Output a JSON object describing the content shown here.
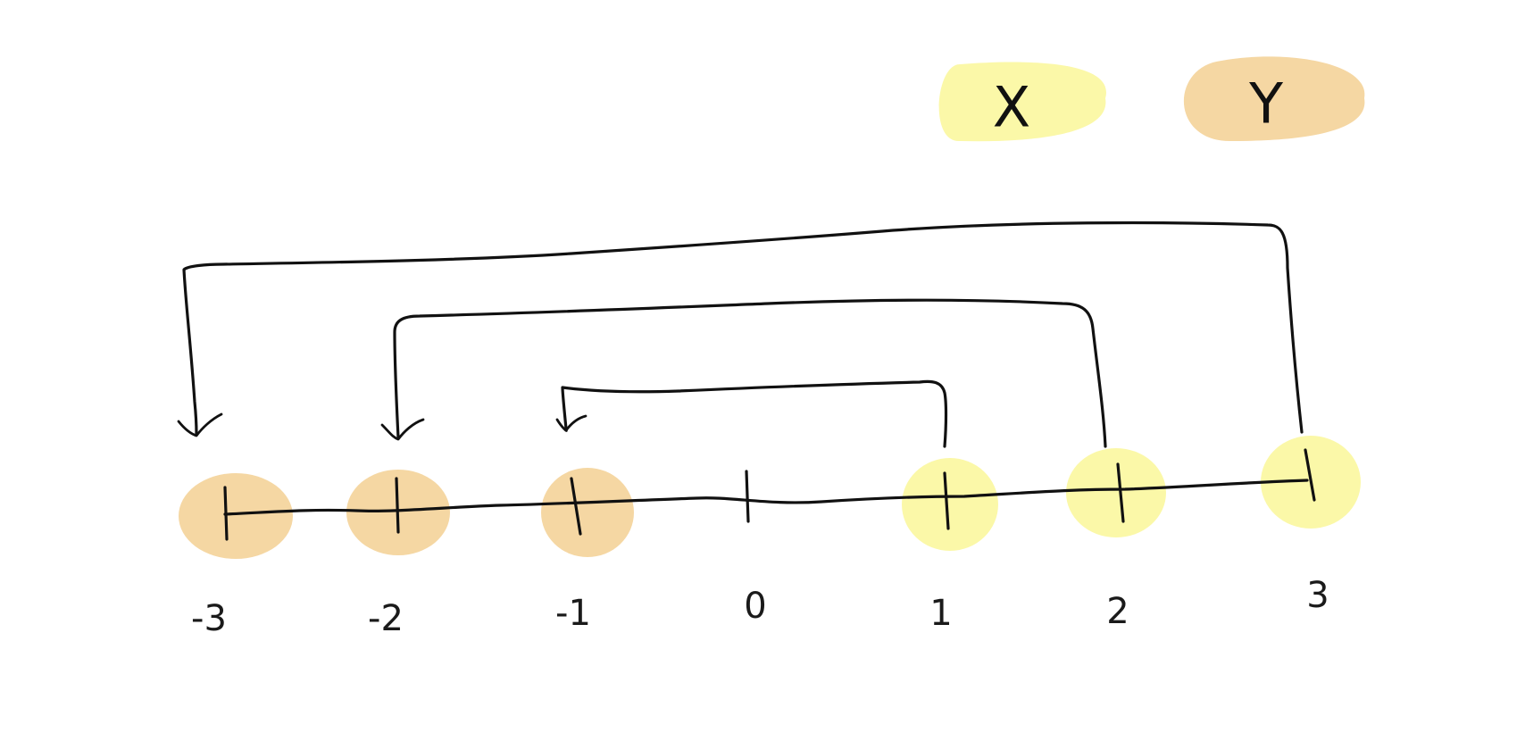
{
  "colors": {
    "x": "#fbf8a8",
    "y": "#f5d7a3",
    "ink": "#111111"
  },
  "legend": {
    "x_label": "X",
    "y_label": "Y"
  },
  "number_line": {
    "ticks": [
      "-3",
      "-2",
      "-1",
      "0",
      "1",
      "2",
      "3"
    ]
  },
  "mappings": [
    {
      "from": "1",
      "to": "-1"
    },
    {
      "from": "2",
      "to": "-2"
    },
    {
      "from": "3",
      "to": "-3"
    }
  ]
}
